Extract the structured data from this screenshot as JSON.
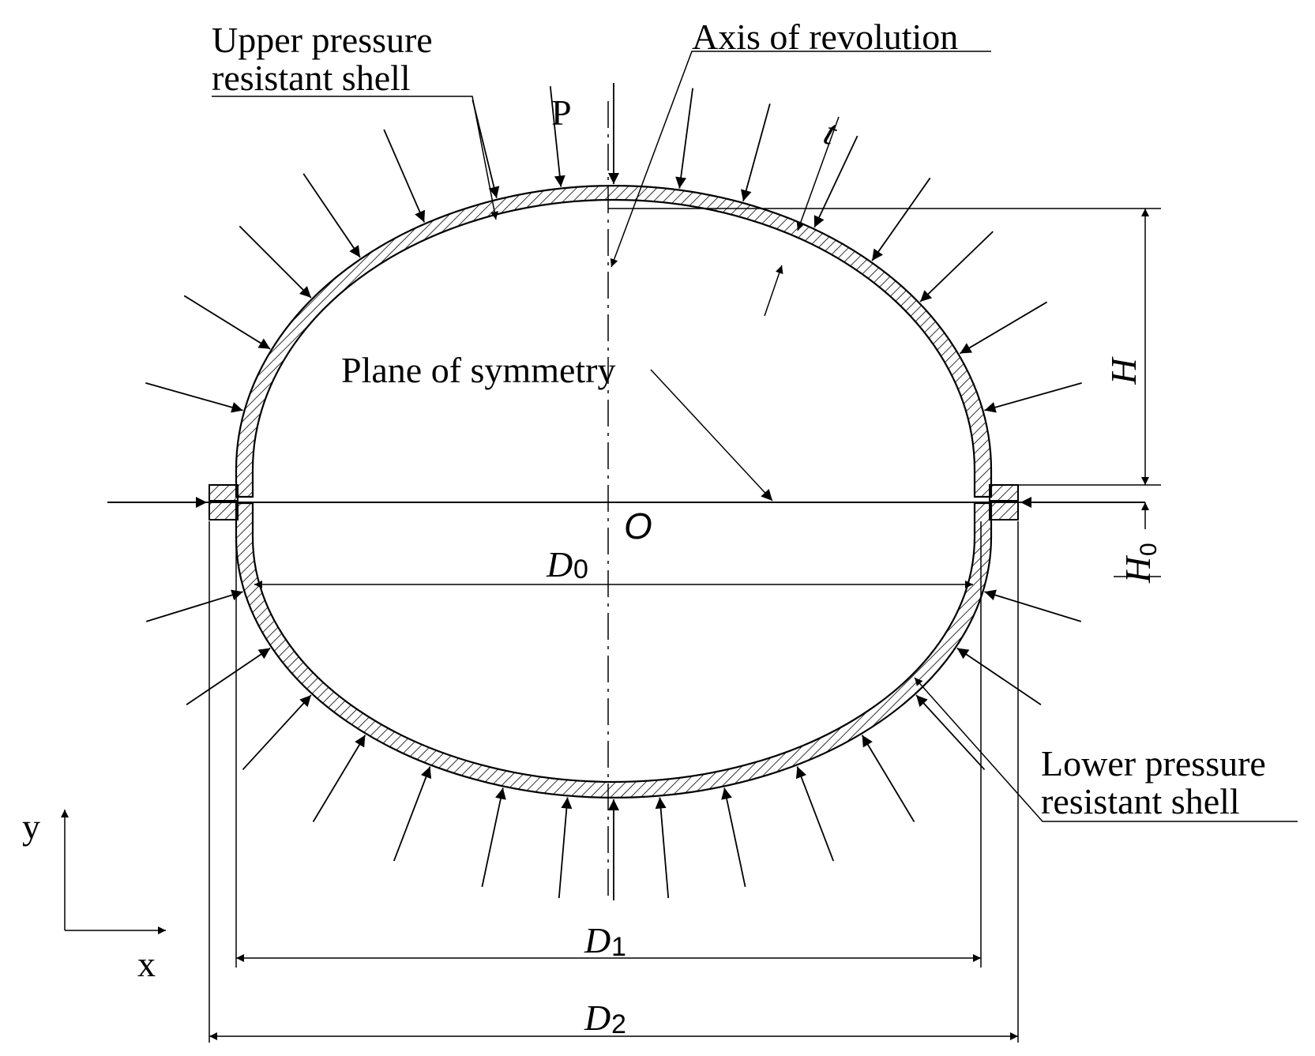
{
  "labels": {
    "upper_shell_line1": "Upper pressure",
    "upper_shell_line2": "resistant shell",
    "axis_of_revolution": "Axis of revolution",
    "pressure": "P",
    "thickness": "t",
    "plane_of_symmetry": "Plane of symmetry",
    "origin": "O",
    "h": "H",
    "h0_main": "H",
    "h0_sub": "0",
    "d0_main": "D",
    "d0_sub": "0",
    "d1_main": "D",
    "d1_sub": "1",
    "d2_main": "D",
    "d2_sub": "2",
    "lower_shell_line1": "Lower pressure",
    "lower_shell_line2": "resistant shell",
    "axis_y": "y",
    "axis_x": "x"
  },
  "colors": {
    "ink": "#000000",
    "background": "#ffffff"
  }
}
